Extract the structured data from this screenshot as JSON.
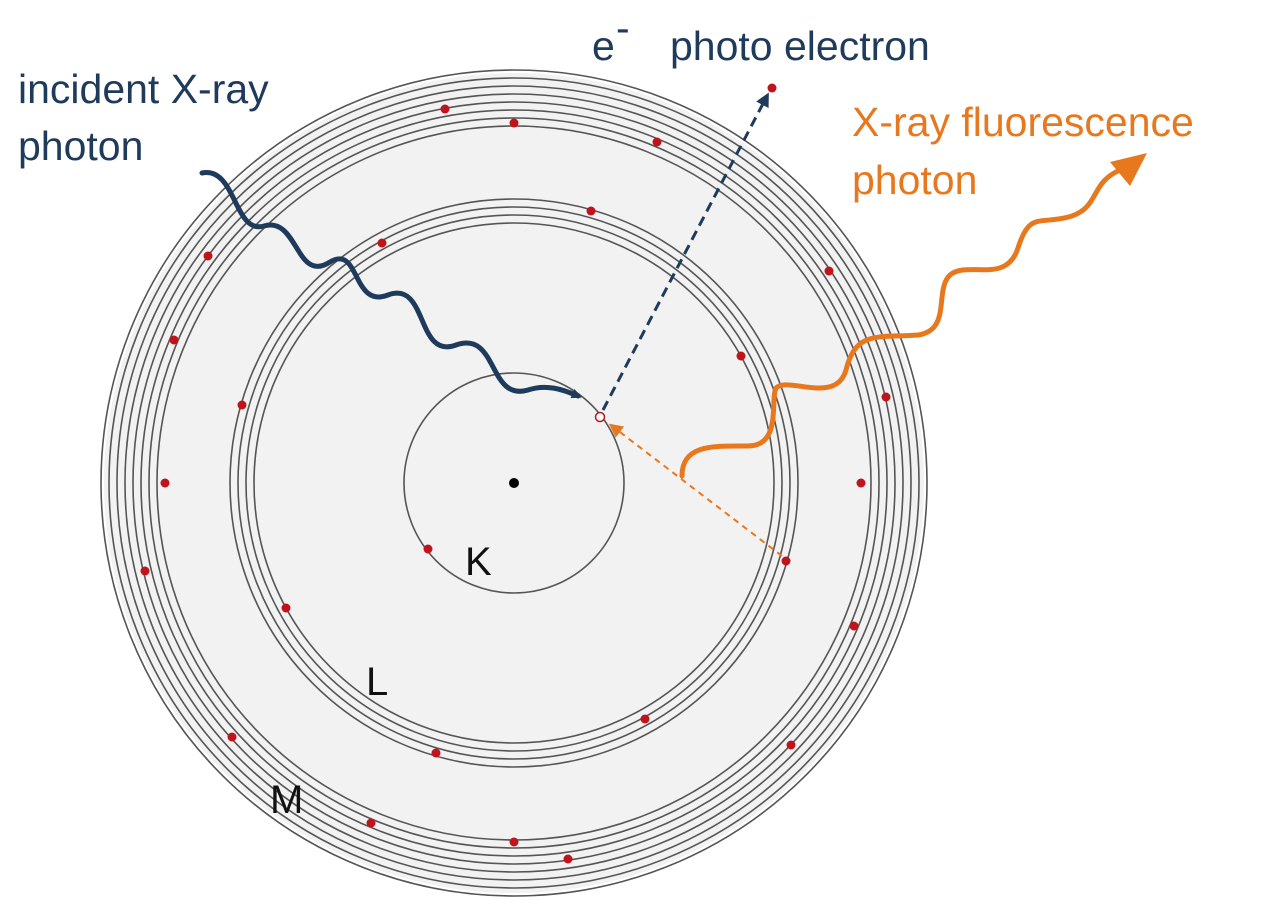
{
  "labels": {
    "incident_line1": "incident X-ray",
    "incident_line2": "photon",
    "electron_symbol": "e",
    "electron_superscript": "-",
    "photo_electron": "photo electron",
    "fluorescence_line1": "X-ray fluorescence",
    "fluorescence_line2": "photon",
    "shell_k": "K",
    "shell_l": "L",
    "shell_m": "M"
  },
  "colors": {
    "incident": "#1f3b5c",
    "fluorescence": "#e8781e",
    "electron_dot": "#c0141c",
    "shell_line": "#555555",
    "atom_fill": "#f2f2f2",
    "nucleus": "#000000"
  }
}
